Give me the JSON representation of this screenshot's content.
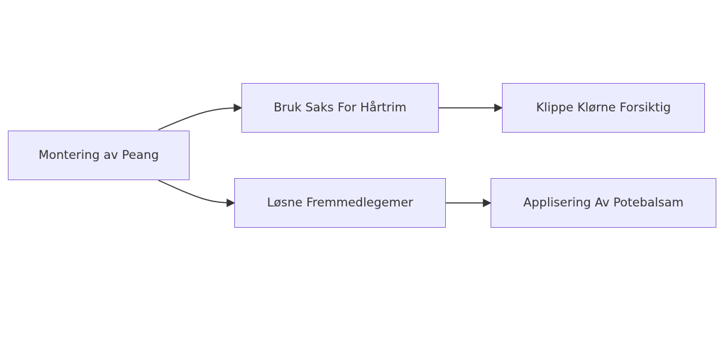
{
  "colors": {
    "node_fill": "#ececff",
    "node_border": "#9370db",
    "edge": "#333333",
    "text": "#333333"
  },
  "nodes": [
    {
      "id": "A",
      "label": "Montering av Peang"
    },
    {
      "id": "B",
      "label": "Bruk Saks For Hårtrim"
    },
    {
      "id": "C",
      "label": "Løsne Fremmedlegemer"
    },
    {
      "id": "D",
      "label": "Klippe Klørne Forsiktig"
    },
    {
      "id": "E",
      "label": "Applisering Av Potebalsam"
    }
  ],
  "edges": [
    {
      "from": "A",
      "to": "B"
    },
    {
      "from": "A",
      "to": "C"
    },
    {
      "from": "B",
      "to": "D"
    },
    {
      "from": "C",
      "to": "E"
    }
  ]
}
